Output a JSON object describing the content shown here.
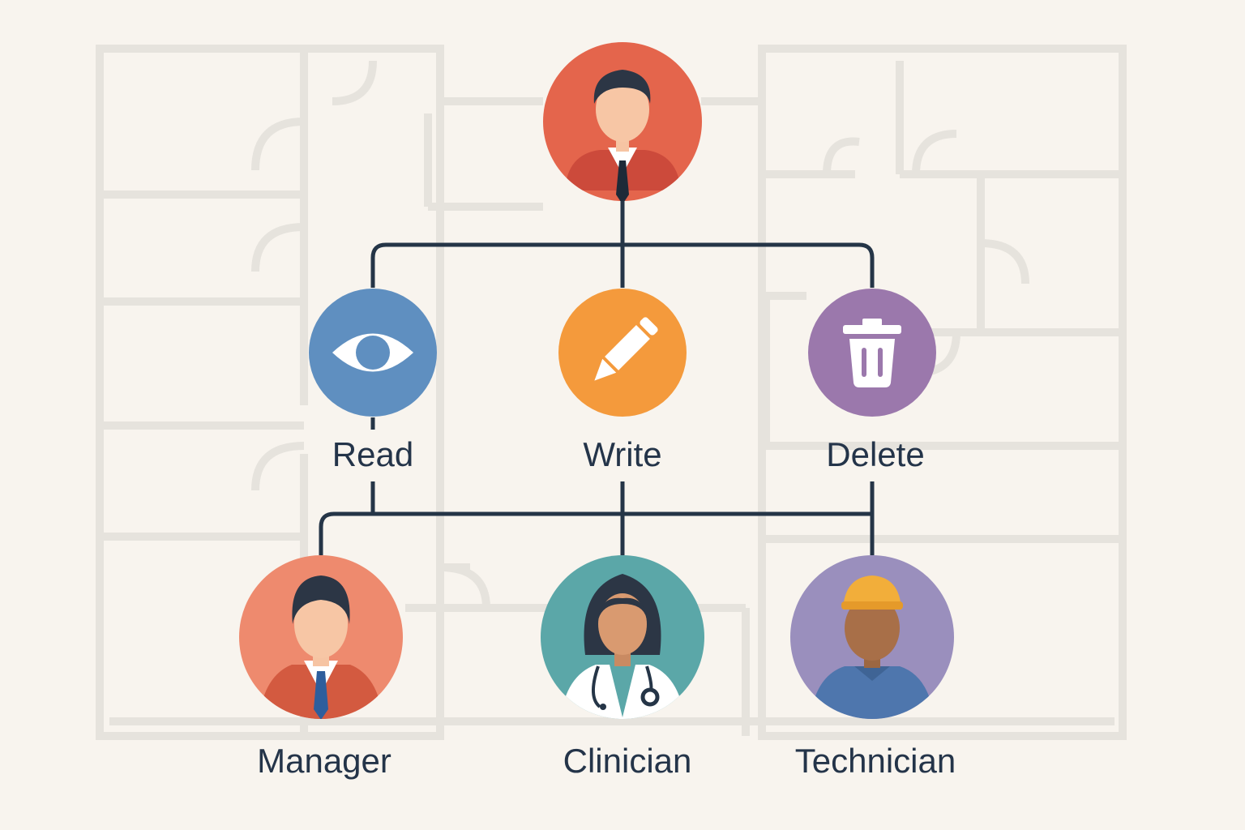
{
  "colors": {
    "background": "#f8f4ee",
    "floorplan": "#e6e3dd",
    "connector": "#253547",
    "label": "#243449",
    "admin": "#e4654c",
    "read": "#5f8fc0",
    "write": "#f49a3c",
    "delete": "#9b78ac",
    "manager": "#ee8a6e",
    "clinician": "#5ba7a8",
    "technician": "#9a8fbd"
  },
  "root": {
    "icon": "admin-avatar-icon"
  },
  "permissions": [
    {
      "label": "Read",
      "icon": "eye-icon"
    },
    {
      "label": "Write",
      "icon": "pencil-icon"
    },
    {
      "label": "Delete",
      "icon": "trash-icon"
    }
  ],
  "roles": [
    {
      "label": "Manager",
      "icon": "manager-avatar-icon"
    },
    {
      "label": "Clinician",
      "icon": "clinician-avatar-icon"
    },
    {
      "label": "Technician",
      "icon": "technician-avatar-icon"
    }
  ]
}
